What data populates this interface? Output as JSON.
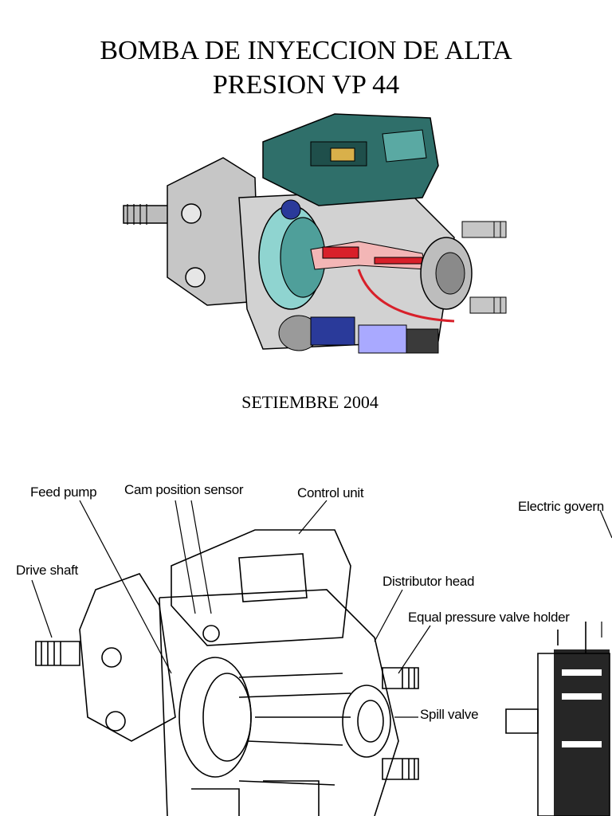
{
  "document": {
    "title_line1": "BOMBA DE INYECCION DE ALTA",
    "title_line2": "PRESION VP 44",
    "date": "SETIEMBRE 2004"
  },
  "diagram": {
    "labels": {
      "feed_pump": "Feed pump",
      "cam_position_sensor": "Cam position sensor",
      "control_unit": "Control unit",
      "electric_governor": "Electric govern",
      "drive_shaft": "Drive shaft",
      "distributor_head": "Distributor head",
      "equal_pressure_valve_holder": "Equal pressure valve holder",
      "spill_valve": "Spill valve"
    }
  },
  "colors": {
    "teal": "#2f6f6a",
    "gray": "#b9b9b9",
    "red": "#d8202a",
    "blue": "#2a3a9a",
    "pink": "#f3b6b6",
    "cyan": "#8fd4d0"
  }
}
